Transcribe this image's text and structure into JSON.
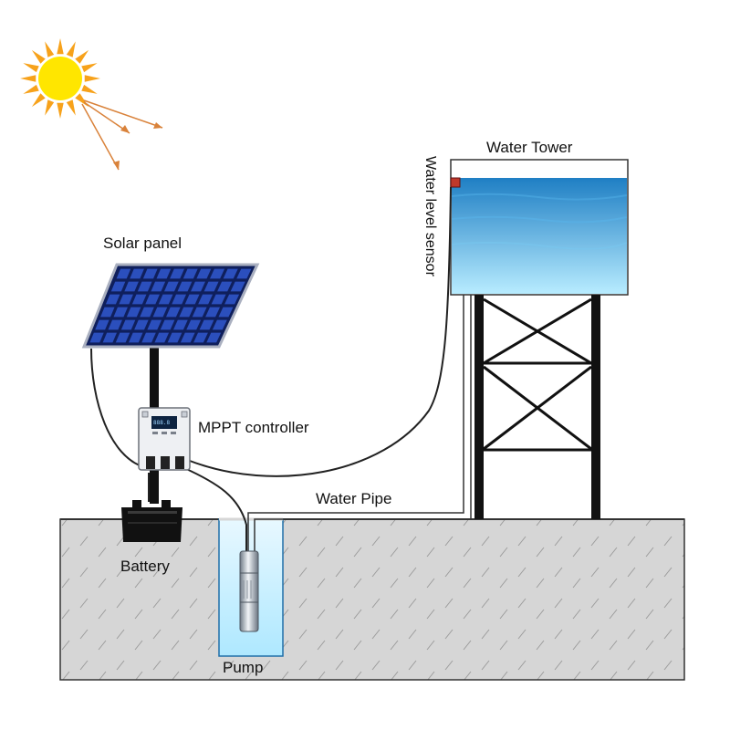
{
  "labels": {
    "water_tower": "Water Tower",
    "water_level_sensor": "Water level sensor",
    "solar_panel": "Solar panel",
    "mppt_controller": "MPPT controller",
    "water_pipe": "Water Pipe",
    "battery": "Battery",
    "pump": "Pump"
  },
  "colors": {
    "sun_rays": "#f7a21b",
    "sun_core": "#ffe600",
    "sunbeam_arrows": "#d9823a",
    "solar_cells": "#2b4fbd",
    "water_top": "#1f7fc4",
    "water_bottom": "#b8ecff",
    "ground": "#d6d6d6",
    "tower_legs": "#111111",
    "sensor": "#c0392b"
  },
  "icons": [
    "sun-icon",
    "solar-panel-icon",
    "mppt-controller-icon",
    "battery-icon",
    "pump-icon",
    "water-tower-icon",
    "water-level-sensor-icon"
  ],
  "water_level_fraction": 0.87
}
